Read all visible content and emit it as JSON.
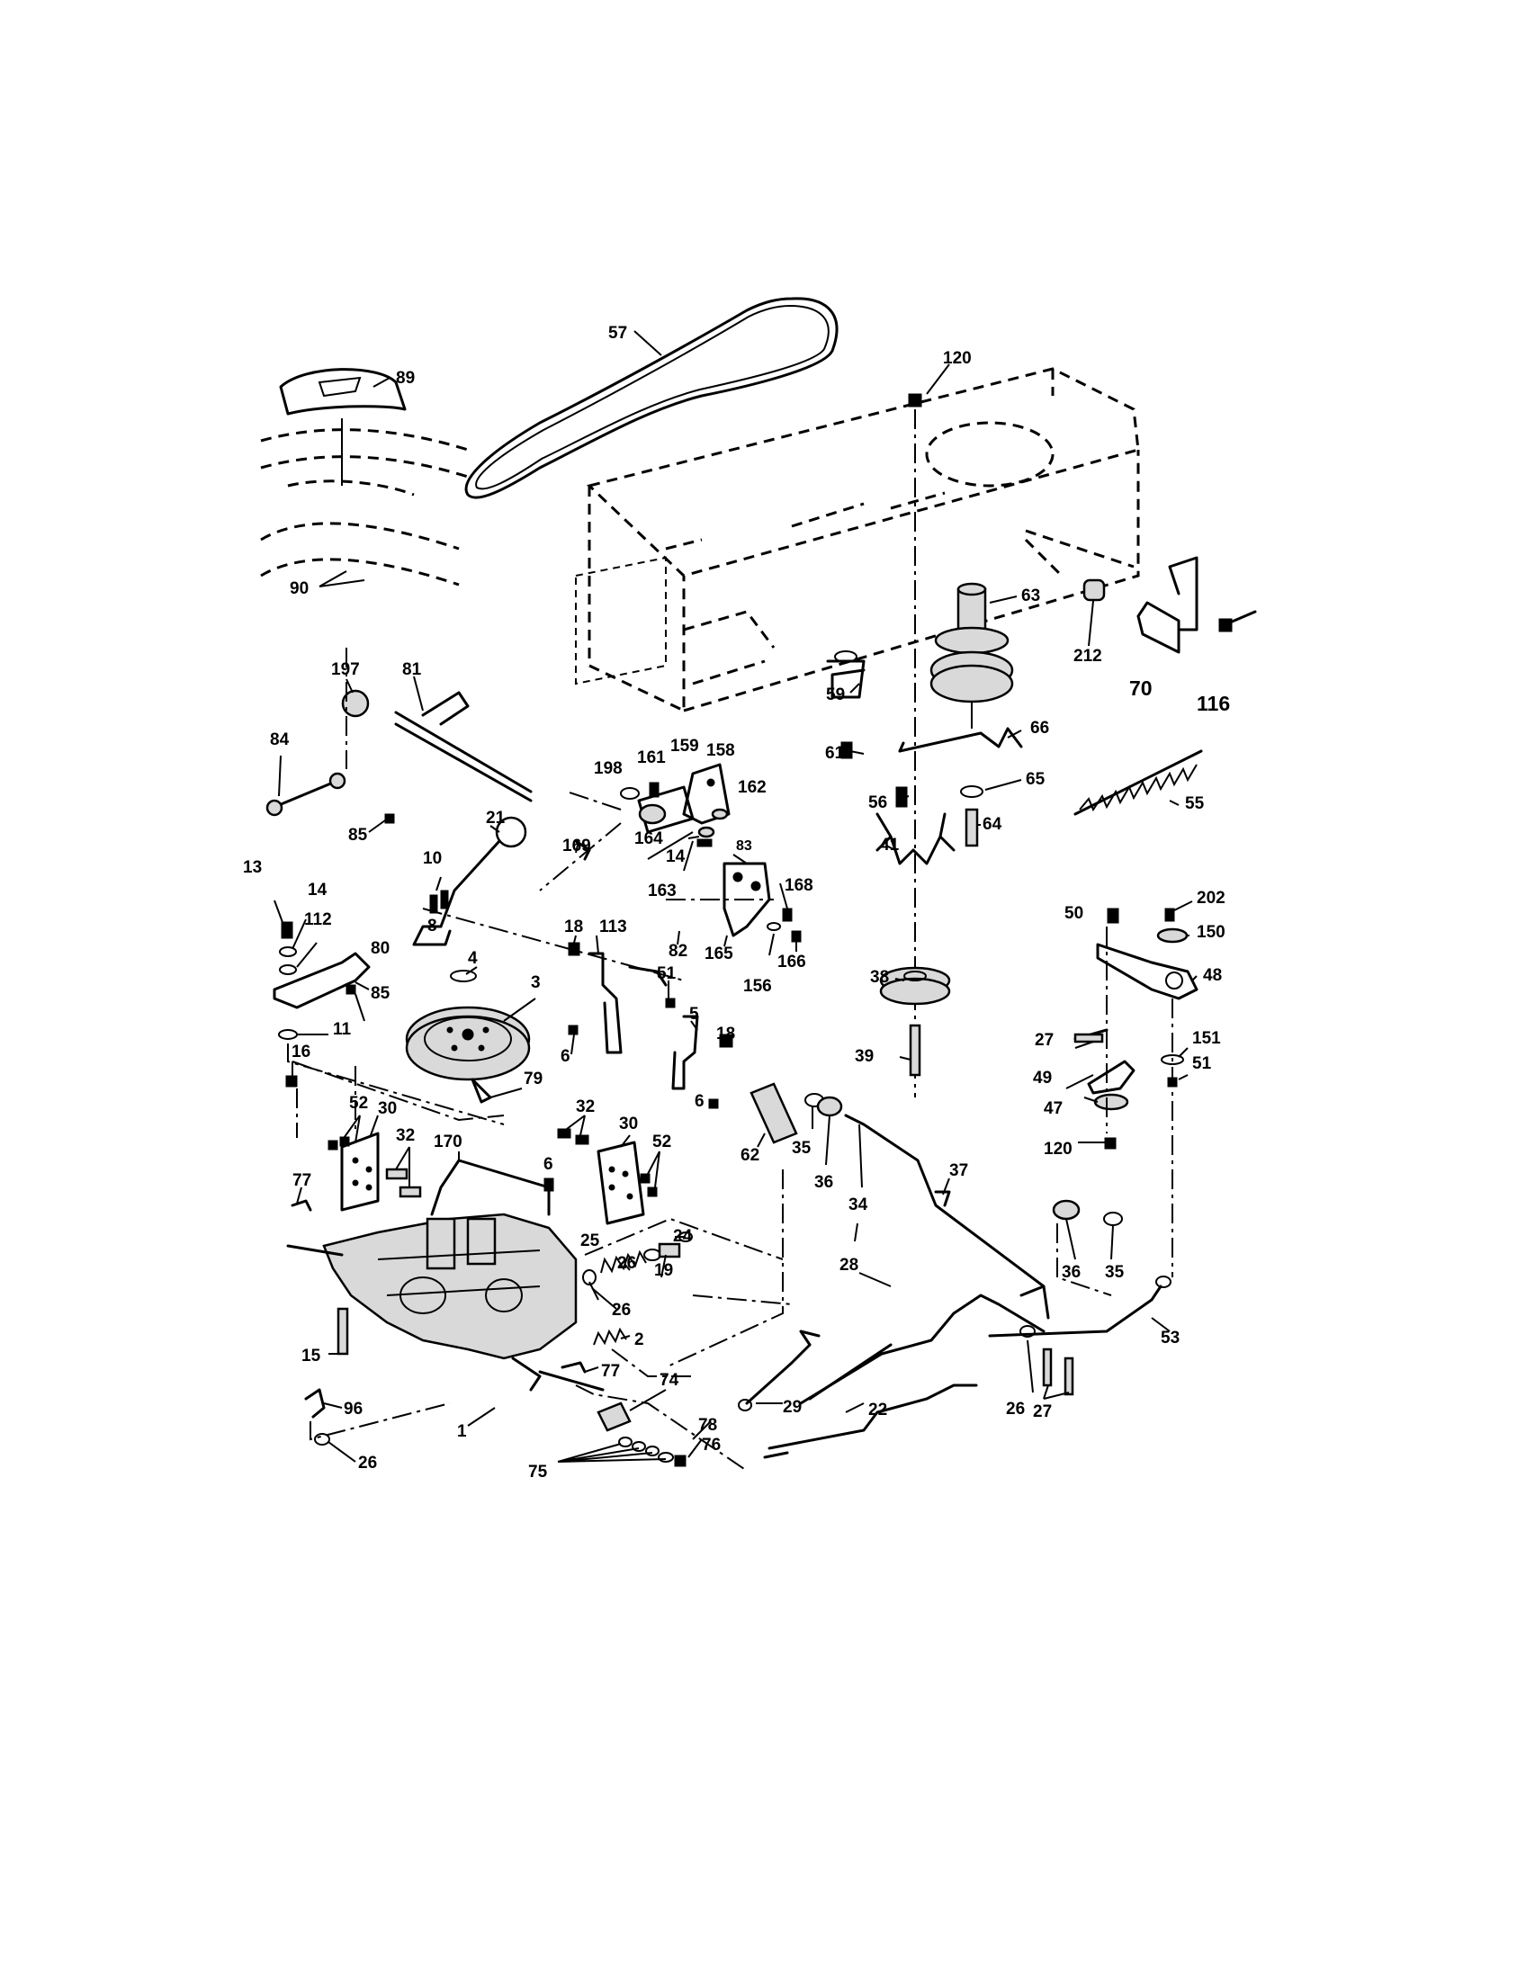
{
  "diagram": {
    "callouts": [
      {
        "id": "c57",
        "text": "57"
      },
      {
        "id": "c89",
        "text": "89"
      },
      {
        "id": "c120a",
        "text": "120"
      },
      {
        "id": "c90",
        "text": "90"
      },
      {
        "id": "c197",
        "text": "197"
      },
      {
        "id": "c81",
        "text": "81"
      },
      {
        "id": "c63",
        "text": "63"
      },
      {
        "id": "c212",
        "text": "212"
      },
      {
        "id": "c70",
        "text": "70"
      },
      {
        "id": "c116",
        "text": "116"
      },
      {
        "id": "c59",
        "text": "59"
      },
      {
        "id": "c84",
        "text": "84"
      },
      {
        "id": "c198",
        "text": "198"
      },
      {
        "id": "c161",
        "text": "161"
      },
      {
        "id": "c159",
        "text": "159"
      },
      {
        "id": "c158",
        "text": "158"
      },
      {
        "id": "c66",
        "text": "66"
      },
      {
        "id": "c61",
        "text": "61"
      },
      {
        "id": "c162",
        "text": "162"
      },
      {
        "id": "c65",
        "text": "65"
      },
      {
        "id": "c55",
        "text": "55"
      },
      {
        "id": "c85a",
        "text": "85"
      },
      {
        "id": "c21",
        "text": "21"
      },
      {
        "id": "c169",
        "text": "169"
      },
      {
        "id": "c164",
        "text": "164"
      },
      {
        "id": "c56",
        "text": "56"
      },
      {
        "id": "c64",
        "text": "64"
      },
      {
        "id": "c10",
        "text": "10"
      },
      {
        "id": "c14a",
        "text": "14"
      },
      {
        "id": "c83",
        "text": "83"
      },
      {
        "id": "c41",
        "text": "41"
      },
      {
        "id": "c13",
        "text": "13"
      },
      {
        "id": "c14b",
        "text": "14"
      },
      {
        "id": "c163",
        "text": "163"
      },
      {
        "id": "c168",
        "text": "168"
      },
      {
        "id": "c202",
        "text": "202"
      },
      {
        "id": "c112",
        "text": "112"
      },
      {
        "id": "c50",
        "text": "50"
      },
      {
        "id": "c150",
        "text": "150"
      },
      {
        "id": "c8",
        "text": "8"
      },
      {
        "id": "c18a",
        "text": "18"
      },
      {
        "id": "c113",
        "text": "113"
      },
      {
        "id": "c80",
        "text": "80"
      },
      {
        "id": "c82",
        "text": "82"
      },
      {
        "id": "c4",
        "text": "4"
      },
      {
        "id": "c165",
        "text": "165"
      },
      {
        "id": "c166",
        "text": "166"
      },
      {
        "id": "c38",
        "text": "38"
      },
      {
        "id": "c48",
        "text": "48"
      },
      {
        "id": "c85b",
        "text": "85"
      },
      {
        "id": "c156",
        "text": "156"
      },
      {
        "id": "c3",
        "text": "3"
      },
      {
        "id": "c51a",
        "text": "51"
      },
      {
        "id": "c11",
        "text": "11"
      },
      {
        "id": "c5",
        "text": "5"
      },
      {
        "id": "c27a",
        "text": "27"
      },
      {
        "id": "c151",
        "text": "151"
      },
      {
        "id": "c18b",
        "text": "18"
      },
      {
        "id": "c6a",
        "text": "6"
      },
      {
        "id": "c39",
        "text": "39"
      },
      {
        "id": "c51b",
        "text": "51"
      },
      {
        "id": "c16",
        "text": "16"
      },
      {
        "id": "c79",
        "text": "79"
      },
      {
        "id": "c49",
        "text": "49"
      },
      {
        "id": "c52a",
        "text": "52"
      },
      {
        "id": "c30a",
        "text": "30"
      },
      {
        "id": "c6b",
        "text": "6"
      },
      {
        "id": "c47",
        "text": "47"
      },
      {
        "id": "c32a",
        "text": "32"
      },
      {
        "id": "c32b",
        "text": "32"
      },
      {
        "id": "c30b",
        "text": "30"
      },
      {
        "id": "c62",
        "text": "62"
      },
      {
        "id": "c35a",
        "text": "35"
      },
      {
        "id": "c120b",
        "text": "120"
      },
      {
        "id": "c170",
        "text": "170"
      },
      {
        "id": "c52b",
        "text": "52"
      },
      {
        "id": "c36a",
        "text": "36"
      },
      {
        "id": "c34",
        "text": "34"
      },
      {
        "id": "c37",
        "text": "37"
      },
      {
        "id": "c6c",
        "text": "6"
      },
      {
        "id": "c77a",
        "text": "77"
      },
      {
        "id": "c25",
        "text": "25"
      },
      {
        "id": "c24",
        "text": "24"
      },
      {
        "id": "c28",
        "text": "28"
      },
      {
        "id": "c26a",
        "text": "26"
      },
      {
        "id": "c19",
        "text": "19"
      },
      {
        "id": "c36b",
        "text": "36"
      },
      {
        "id": "c35b",
        "text": "35"
      },
      {
        "id": "c26b",
        "text": "26"
      },
      {
        "id": "c2",
        "text": "2"
      },
      {
        "id": "c53",
        "text": "53"
      },
      {
        "id": "c15",
        "text": "15"
      },
      {
        "id": "c77b",
        "text": "77"
      },
      {
        "id": "c74",
        "text": "74"
      },
      {
        "id": "c29",
        "text": "29"
      },
      {
        "id": "c96",
        "text": "96"
      },
      {
        "id": "c78",
        "text": "78"
      },
      {
        "id": "c22",
        "text": "22"
      },
      {
        "id": "c26c",
        "text": "26"
      },
      {
        "id": "c27b",
        "text": "27"
      },
      {
        "id": "c1",
        "text": "1"
      },
      {
        "id": "c76",
        "text": "76"
      },
      {
        "id": "c26d",
        "text": "26"
      },
      {
        "id": "c75",
        "text": "75"
      }
    ]
  }
}
